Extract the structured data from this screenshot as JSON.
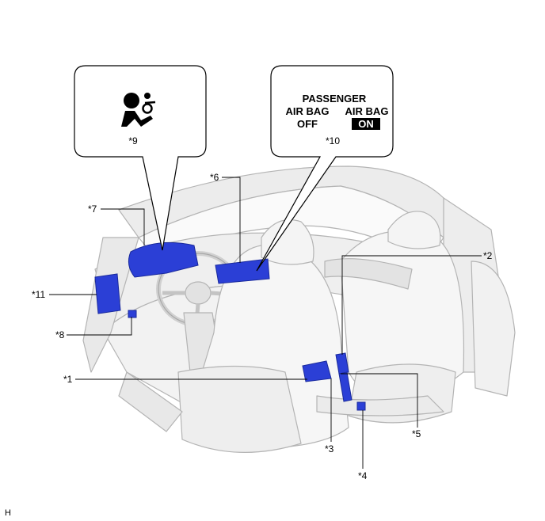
{
  "callouts": {
    "c1": "*1",
    "c2": "*2",
    "c3": "*3",
    "c4": "*4",
    "c5": "*5",
    "c6": "*6",
    "c7": "*7",
    "c8": "*8",
    "c9": "*9",
    "c10": "*10",
    "c11": "*11"
  },
  "indicator_box_10": {
    "title": "PASSENGER",
    "left_line1": "AIR BAG",
    "left_line2": "OFF",
    "right_line1": "AIR BAG",
    "right_line2": "ON"
  },
  "indicator_box_9": {
    "icon": "passenger-airbag-warning-icon"
  },
  "corner_code": "H",
  "colors": {
    "component_blue": "#2b3fd6",
    "line_gray": "#b4b4b4",
    "shade_gray": "#e6e6e6"
  }
}
